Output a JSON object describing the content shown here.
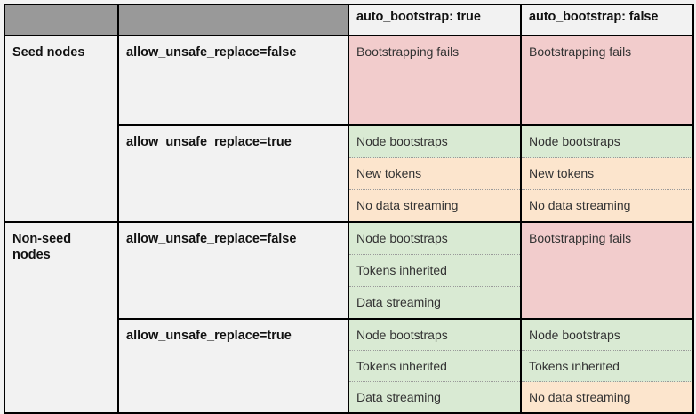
{
  "table": {
    "headers": {
      "group_col": "",
      "config_col": "",
      "auto_bootstrap_true": "auto_bootstrap: true",
      "auto_bootstrap_false": "auto_bootstrap: false"
    },
    "colors": {
      "header_gray": "#999999",
      "cell_background": "#f2f2f2",
      "failure_red": "#f2cccc",
      "success_green": "#d9ead3",
      "warning_orange": "#fce5cd",
      "border": "#000000",
      "divider_dotted": "#9a9a9a"
    },
    "groups": [
      {
        "label": "Seed nodes",
        "rows": [
          {
            "config": "allow_unsafe_replace=false",
            "auto_bootstrap_true": [
              {
                "text": "Bootstrapping fails",
                "color": "red"
              }
            ],
            "auto_bootstrap_false": [
              {
                "text": "Bootstrapping fails",
                "color": "red"
              }
            ]
          },
          {
            "config": "allow_unsafe_replace=true",
            "auto_bootstrap_true": [
              {
                "text": "Node bootstraps",
                "color": "green"
              },
              {
                "text": "New tokens",
                "color": "orange"
              },
              {
                "text": "No data streaming",
                "color": "orange"
              }
            ],
            "auto_bootstrap_false": [
              {
                "text": "Node bootstraps",
                "color": "green"
              },
              {
                "text": "New tokens",
                "color": "orange"
              },
              {
                "text": "No data streaming",
                "color": "orange"
              }
            ]
          }
        ]
      },
      {
        "label": "Non-seed nodes",
        "rows": [
          {
            "config": "allow_unsafe_replace=false",
            "auto_bootstrap_true": [
              {
                "text": "Node bootstraps",
                "color": "green"
              },
              {
                "text": "Tokens inherited",
                "color": "green"
              },
              {
                "text": "Data streaming",
                "color": "green"
              }
            ],
            "auto_bootstrap_false": [
              {
                "text": "Bootstrapping fails",
                "color": "red"
              }
            ]
          },
          {
            "config": "allow_unsafe_replace=true",
            "auto_bootstrap_true": [
              {
                "text": "Node bootstraps",
                "color": "green"
              },
              {
                "text": "Tokens inherited",
                "color": "green"
              },
              {
                "text": "Data streaming",
                "color": "green"
              }
            ],
            "auto_bootstrap_false": [
              {
                "text": "Node bootstraps",
                "color": "green"
              },
              {
                "text": "Tokens inherited",
                "color": "green"
              },
              {
                "text": "No data streaming",
                "color": "orange"
              }
            ]
          }
        ]
      }
    ]
  }
}
